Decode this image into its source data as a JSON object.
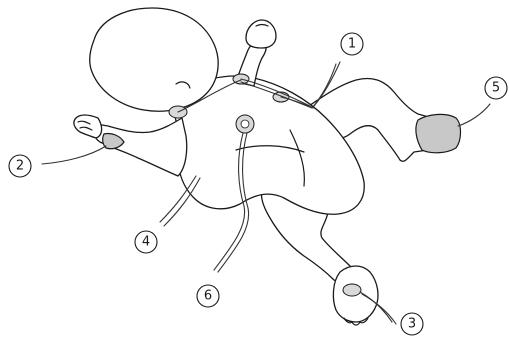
{
  "callouts": [
    {
      "id": "1",
      "label": "1"
    },
    {
      "id": "2",
      "label": "2"
    },
    {
      "id": "3",
      "label": "3"
    },
    {
      "id": "4",
      "label": "4"
    },
    {
      "id": "5",
      "label": "5"
    },
    {
      "id": "6",
      "label": "6"
    }
  ],
  "colors": {
    "outline": "#1a1a1a",
    "electrode": "#d9d9d9",
    "cuff": "#c8c8c8"
  }
}
